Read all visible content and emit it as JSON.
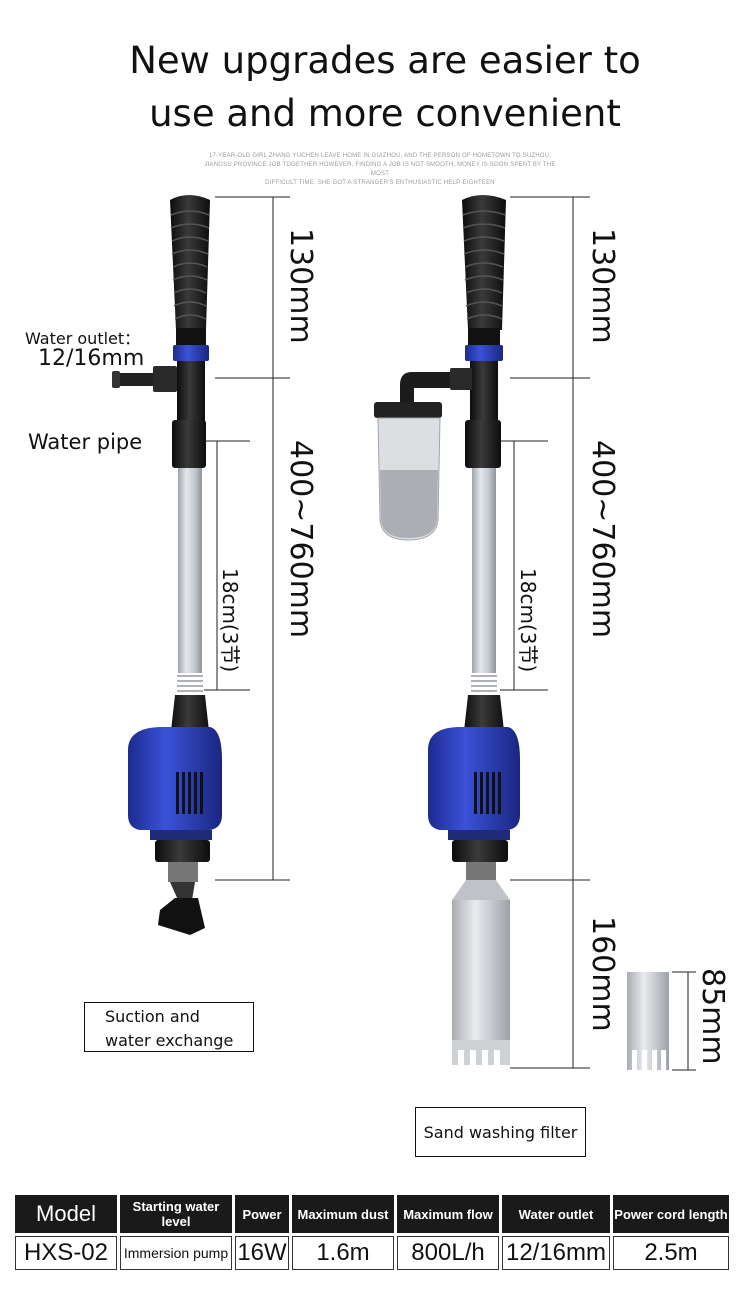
{
  "headline": {
    "line1": "New upgrades are easier to",
    "line2": "use and more convenient"
  },
  "fine_print": {
    "line1": "17-YEAR-OLD GIRL ZHANG YUCHEN LEAVE HOME IN GUIZHOU, AND THE PERSON OF HOMETOWN TO SUZHOU,",
    "line2": "JIANGSU PROVINCE JOB TOGETHER HOWEVER, FINDING A JOB IS NOT SMOOTH, MONEY IS SOON SPENT BY THE MOST",
    "line3": "DIFFICULT TIME, SHE GOT A STRANGER'S ENTHUSIASTIC HELP-EIGHTEEN"
  },
  "left_product": {
    "outlet_label": "Water outlet：",
    "outlet_size": "12/16mm",
    "pipe_label": "Water pipe",
    "dim_top": "130mm",
    "dim_mid": "400~760mm",
    "dim_inner": "18cm(3节)",
    "caption_line1": "Suction and",
    "caption_line2": "water exchange"
  },
  "right_product": {
    "dim_top": "130mm",
    "dim_mid": "400~760mm",
    "dim_inner": "18cm(3节)",
    "dim_bottom": "160mm",
    "dim_cup": "85mm",
    "caption": "Sand washing filter"
  },
  "colors": {
    "pump_blue": "#2b3fc0",
    "handle_black": "#1a1a1a",
    "tube_gray": "#c9cdd3"
  },
  "spec_table": {
    "headers": [
      "Model",
      "Starting water level",
      "Power",
      "Maximum dust",
      "Maximum flow",
      "Water outlet",
      "Power cord length"
    ],
    "values": [
      "HXS-02",
      "Immersion pump",
      "16W",
      "1.6m",
      "800L/h",
      "12/16mm",
      "2.5m"
    ]
  }
}
